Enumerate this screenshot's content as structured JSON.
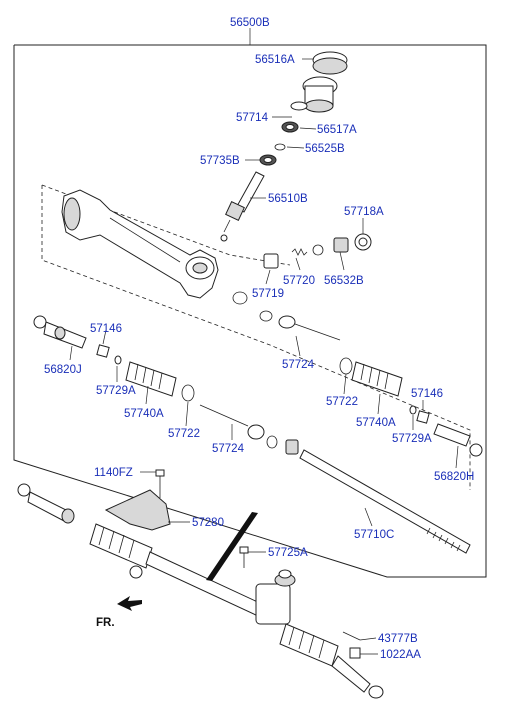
{
  "diagram": {
    "assembly_label": "56500B",
    "front_label": "FR.",
    "callouts": [
      {
        "id": "c1",
        "text": "56516A"
      },
      {
        "id": "c2",
        "text": "57714"
      },
      {
        "id": "c3",
        "text": "56517A"
      },
      {
        "id": "c4",
        "text": "56525B"
      },
      {
        "id": "c5",
        "text": "57735B"
      },
      {
        "id": "c6",
        "text": "56510B"
      },
      {
        "id": "c7",
        "text": "57718A"
      },
      {
        "id": "c8",
        "text": "57720"
      },
      {
        "id": "c9",
        "text": "56532B"
      },
      {
        "id": "c10",
        "text": "57719"
      },
      {
        "id": "c11",
        "text": "57146"
      },
      {
        "id": "c12",
        "text": "56820J"
      },
      {
        "id": "c13",
        "text": "57729A"
      },
      {
        "id": "c14",
        "text": "57740A"
      },
      {
        "id": "c15",
        "text": "57724"
      },
      {
        "id": "c16",
        "text": "57722"
      },
      {
        "id": "c17",
        "text": "57722"
      },
      {
        "id": "c18",
        "text": "57740A"
      },
      {
        "id": "c19",
        "text": "57146"
      },
      {
        "id": "c20",
        "text": "57724"
      },
      {
        "id": "c21",
        "text": "57729A"
      },
      {
        "id": "c22",
        "text": "56820H"
      },
      {
        "id": "c23",
        "text": "1140FZ"
      },
      {
        "id": "c24",
        "text": "57280"
      },
      {
        "id": "c25",
        "text": "57710C"
      },
      {
        "id": "c26",
        "text": "57725A"
      },
      {
        "id": "c27",
        "text": "43777B"
      },
      {
        "id": "c28",
        "text": "1022AA"
      }
    ]
  }
}
